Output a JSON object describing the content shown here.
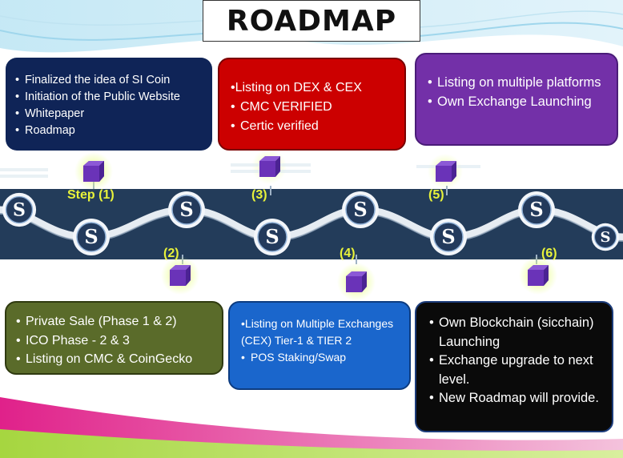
{
  "title": "ROADMAP",
  "colors": {
    "band": "#1f3550",
    "cube": "#6a33b8",
    "cube_glow": "#d8f25a",
    "step_label": "#e8f23a",
    "wave": "#e6ecf2",
    "coin": "#233a5c"
  },
  "icons": {
    "coin": "si-coin-logo-icon",
    "step": "cube-icon"
  },
  "top_cards": [
    {
      "name": "step1-card",
      "color": "#0f2457",
      "items": [
        "Finalized the idea of SI Coin",
        " Initiation of the Public Website",
        "Whitepaper",
        "Roadmap"
      ]
    },
    {
      "name": "step3-card",
      "color": "#cc0000",
      "items": [
        "•Listing on DEX & CEX",
        "CMC VERIFIED",
        "Certic verified"
      ]
    },
    {
      "name": "step5-card",
      "color": "#7330a8",
      "items": [
        "Listing on multiple platforms",
        "Own Exchange Launching"
      ]
    }
  ],
  "bottom_cards": [
    {
      "name": "step2-card",
      "color": "#5a6b2a",
      "items": [
        "Private Sale (Phase 1 & 2)",
        "ICO Phase - 2 & 3",
        "Listing on CMC & CoinGecko"
      ]
    },
    {
      "name": "step4-card",
      "color": "#1a66cc",
      "items": [
        "•Listing on Multiple Exchanges (CEX) Tier-1 & TIER 2",
        "POS Staking/Swap"
      ]
    },
    {
      "name": "step6-card",
      "color": "#0a0a0a",
      "items": [
        "Own Blockchain (sicchain) Launching",
        "Exchange upgrade to next level.",
        "New Roadmap will provide."
      ]
    }
  ],
  "steps": [
    "Step (1)",
    "(2)",
    "(3)",
    "(4)",
    "(5)",
    "(6)"
  ]
}
